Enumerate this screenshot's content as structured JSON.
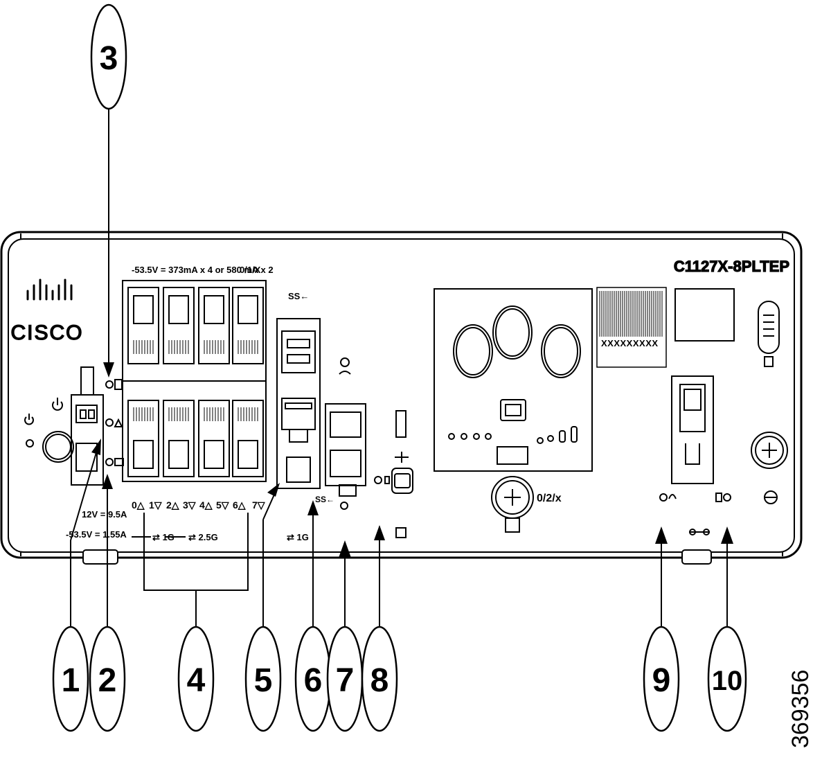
{
  "figure_id": "369356",
  "device": {
    "model": "C1127X-8PLTEP",
    "brand": "CISCO",
    "poe_rating": "-53.5V = 373mA x 4 or 580 mA x 2",
    "slot_0_1": "0/1/X",
    "slot_0_2": "0/2/x",
    "power_label_1": "12V = 9.5A",
    "power_label_2": "-53.5V = 1.55A",
    "lan_port_labels": [
      "0△",
      "1▽",
      "2△",
      "3▽",
      "4△",
      "5▽",
      "6△",
      "7▽"
    ],
    "label_x": "XXXXXXXXX",
    "usb_label": "SS←",
    "speed_label_1": "⇄ 1G",
    "speed_label_2": "⇄ 2.5G"
  },
  "callouts": [
    {
      "number": "1",
      "label": "callout-1"
    },
    {
      "number": "2",
      "label": "callout-2"
    },
    {
      "number": "3",
      "label": "callout-3"
    },
    {
      "number": "4",
      "label": "callout-4"
    },
    {
      "number": "5",
      "label": "callout-5"
    },
    {
      "number": "6",
      "label": "callout-6"
    },
    {
      "number": "7",
      "label": "callout-7"
    },
    {
      "number": "8",
      "label": "callout-8"
    },
    {
      "number": "9",
      "label": "callout-9"
    },
    {
      "number": "10",
      "label": "callout-10"
    }
  ]
}
